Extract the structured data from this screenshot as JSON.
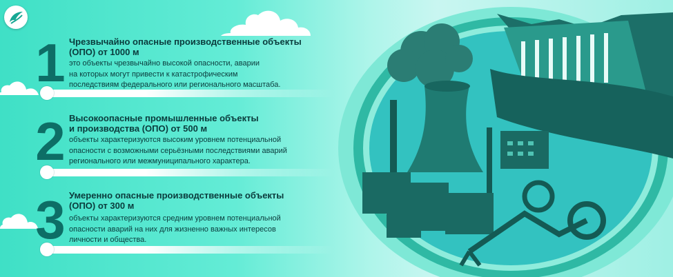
{
  "items": [
    {
      "number": "1",
      "title_line1": "Чрезвычайно опасные производственные объекты",
      "title_line2": "(ОПО) от 1000 м",
      "desc_line1": "это объекты чрезвычайно высокой опасности, аварии",
      "desc_line2": "на которых могут привести к катастрофическим",
      "desc_line3": "последствиям федерального или регионального масштаба."
    },
    {
      "number": "2",
      "title_line1": "Высокоопасные промышленные объекты",
      "title_line2": "и производства (ОПО) от 500 м",
      "desc_line1": "объекты характеризуются высоким уровнем потенциальной",
      "desc_line2": "опасности с возможными серьёзными последствиями аварий",
      "desc_line3": "регионального или межмуниципального характера."
    },
    {
      "number": "3",
      "title_line1": "Умеренно опасные производственные объекты",
      "title_line2": "(ОПО) от 300 м",
      "desc_line1": "объекты характеризуются средним уровнем потенциальной",
      "desc_line2": "опасности аварий на них для жизненно важных интересов",
      "desc_line3": "личности и общества."
    }
  ],
  "colors": {
    "number": "#0d6e66",
    "text": "#0a3b3c",
    "illustration_dark": "#16625c",
    "illustration_mid": "#2a9a8c",
    "water": "#33c2c0"
  }
}
